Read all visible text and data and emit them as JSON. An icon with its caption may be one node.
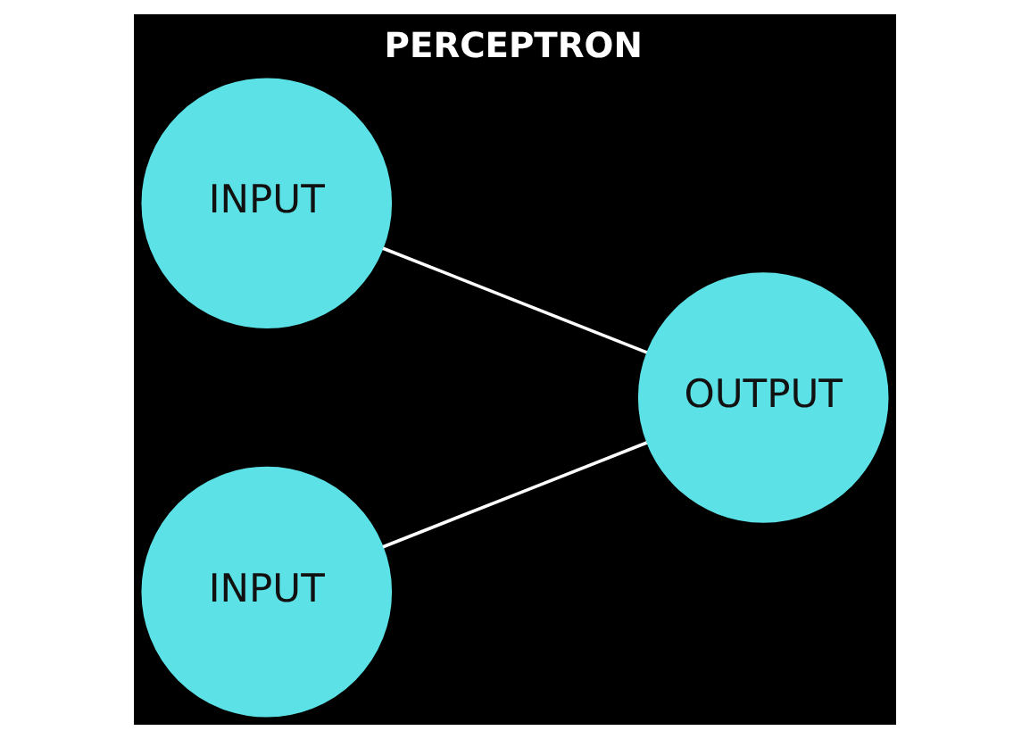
{
  "diagram": {
    "title": "PERCEPTRON",
    "nodes": [
      {
        "text": [
          "INPUT"
        ]
      },
      {
        "text": [
          "INPUT"
        ]
      },
      {
        "text": [
          "OUTPUT"
        ]
      }
    ],
    "edges": [
      {
        "from": 0,
        "to": 2,
        "arrow": "none"
      },
      {
        "from": 1,
        "to": 2,
        "arrow": "none"
      }
    ]
  }
}
